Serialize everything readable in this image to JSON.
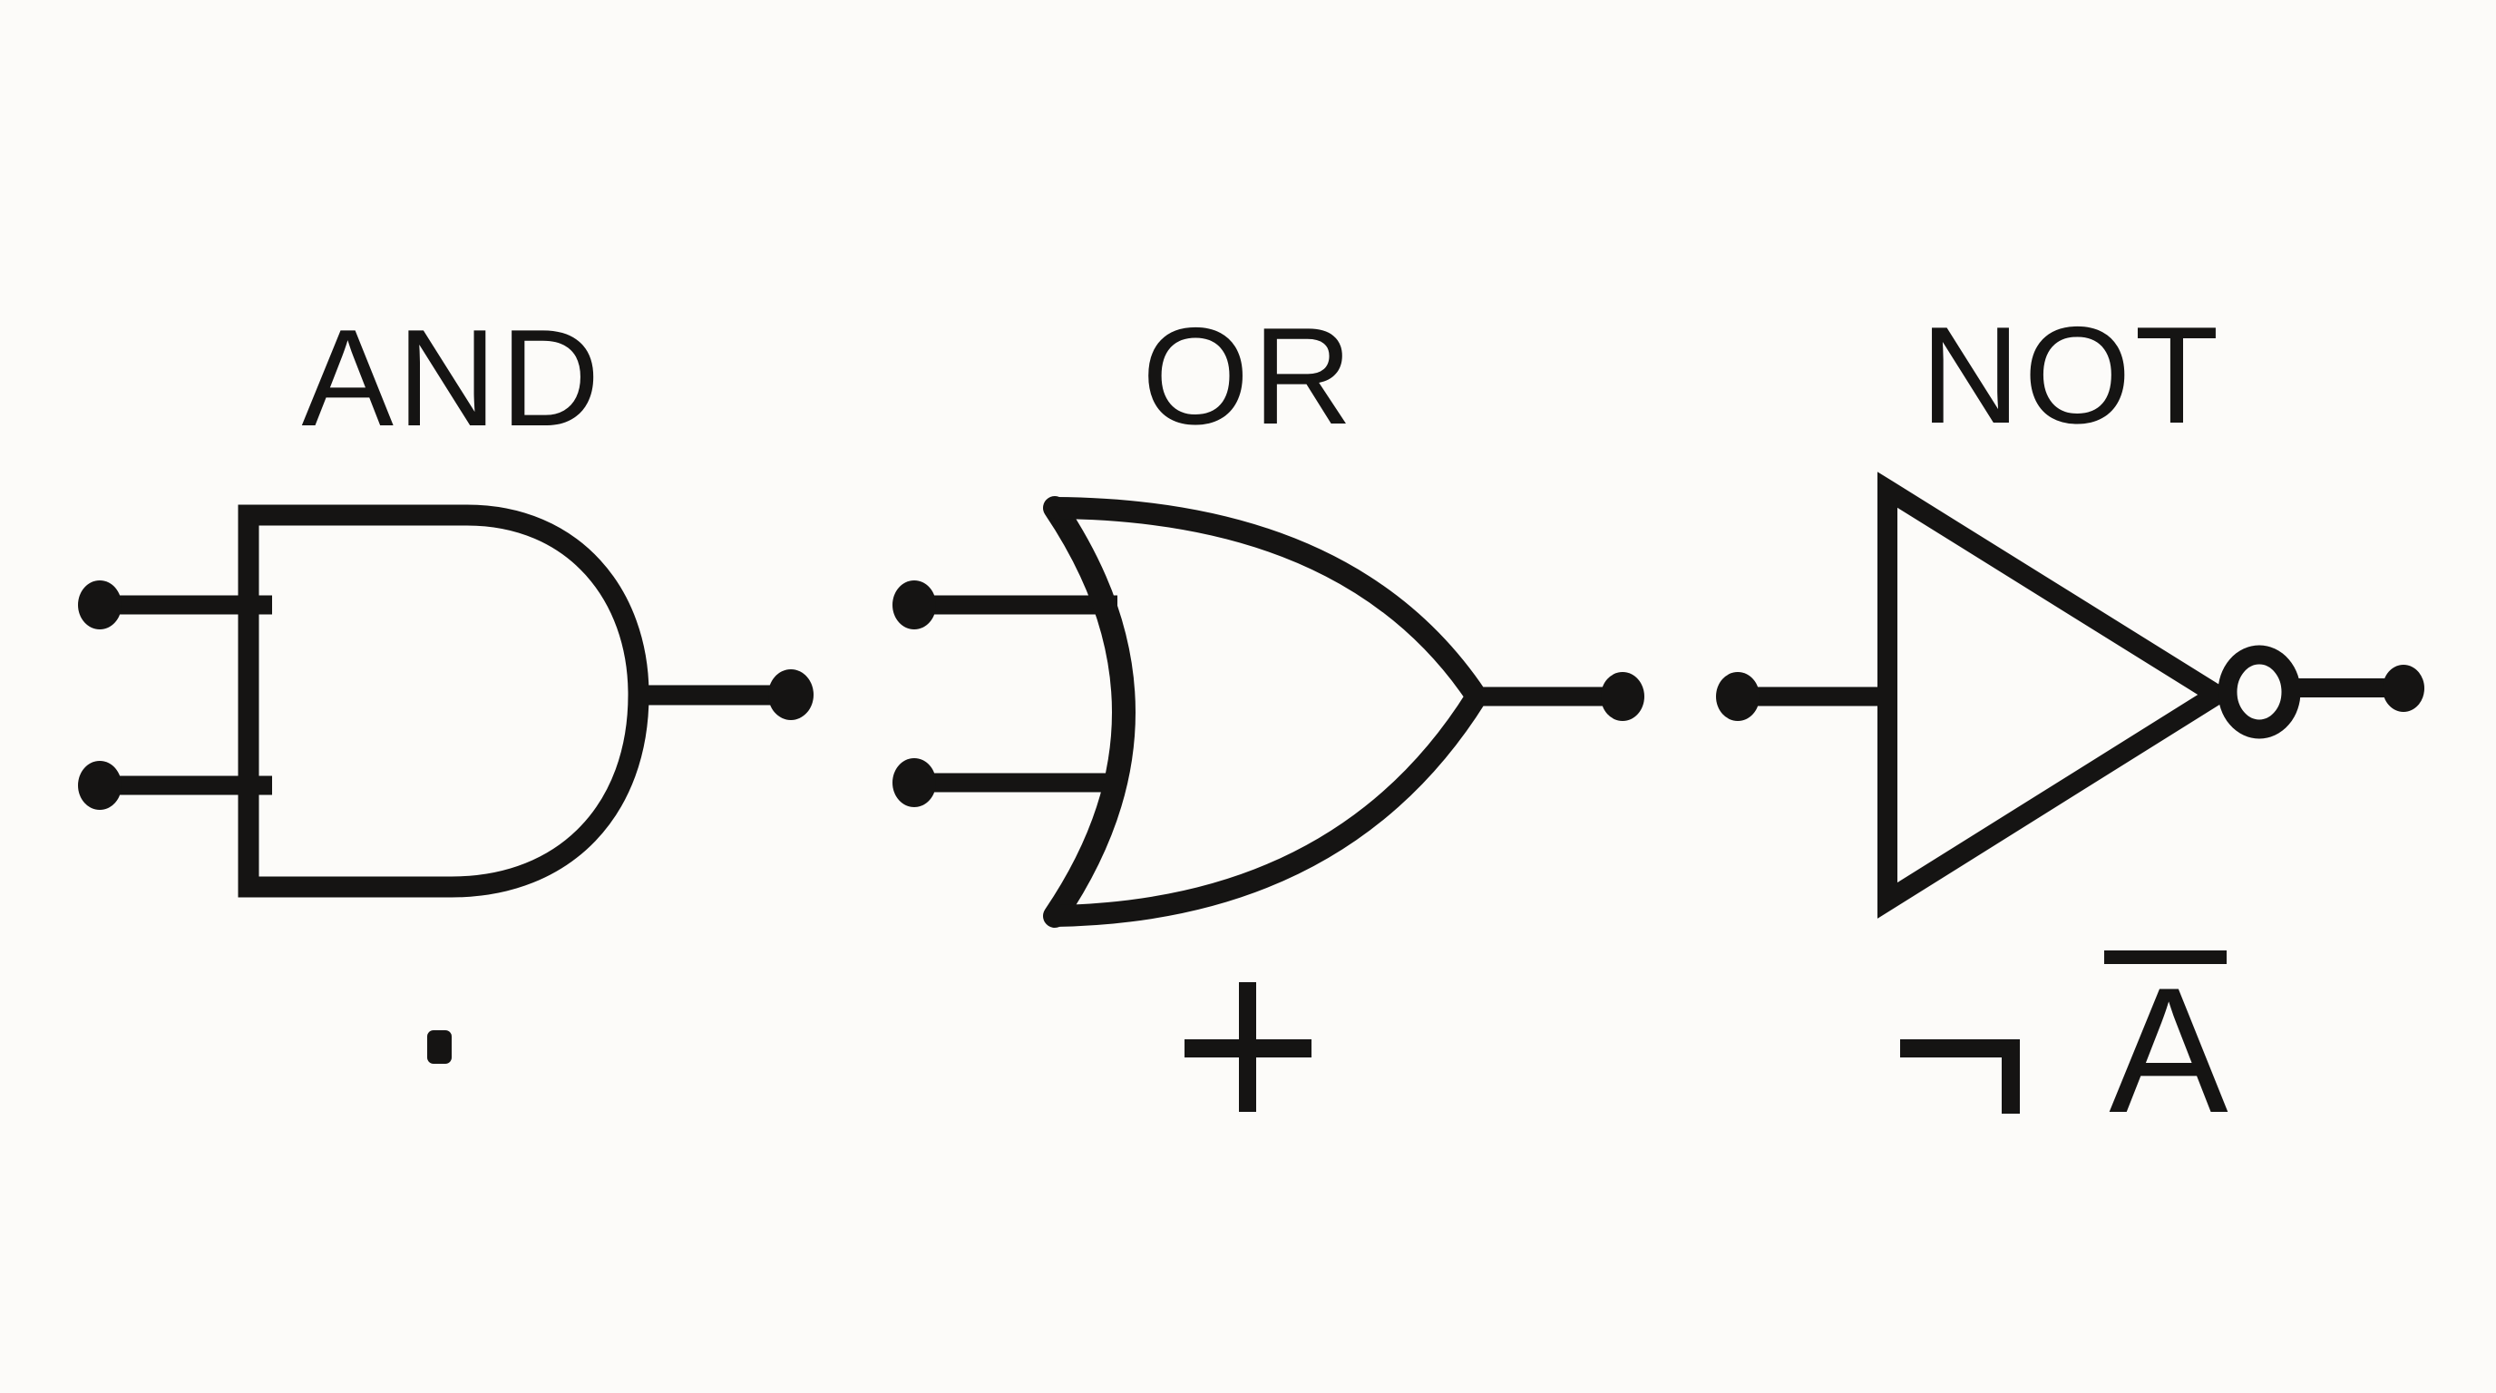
{
  "diagram": {
    "background_color": "#fcfbf9",
    "ink_color": "#151413",
    "gates": [
      {
        "name": "and",
        "label": "AND",
        "operator_symbol": "·",
        "input_count": 2,
        "output_count": 1
      },
      {
        "name": "or",
        "label": "OR",
        "operator_symbol": "+",
        "input_count": 2,
        "output_count": 1
      },
      {
        "name": "not",
        "label": "NOT",
        "operator_symbol": "¬ A̅",
        "negation_sign": "¬",
        "letter": "A",
        "input_count": 1,
        "output_count": 1
      }
    ]
  }
}
